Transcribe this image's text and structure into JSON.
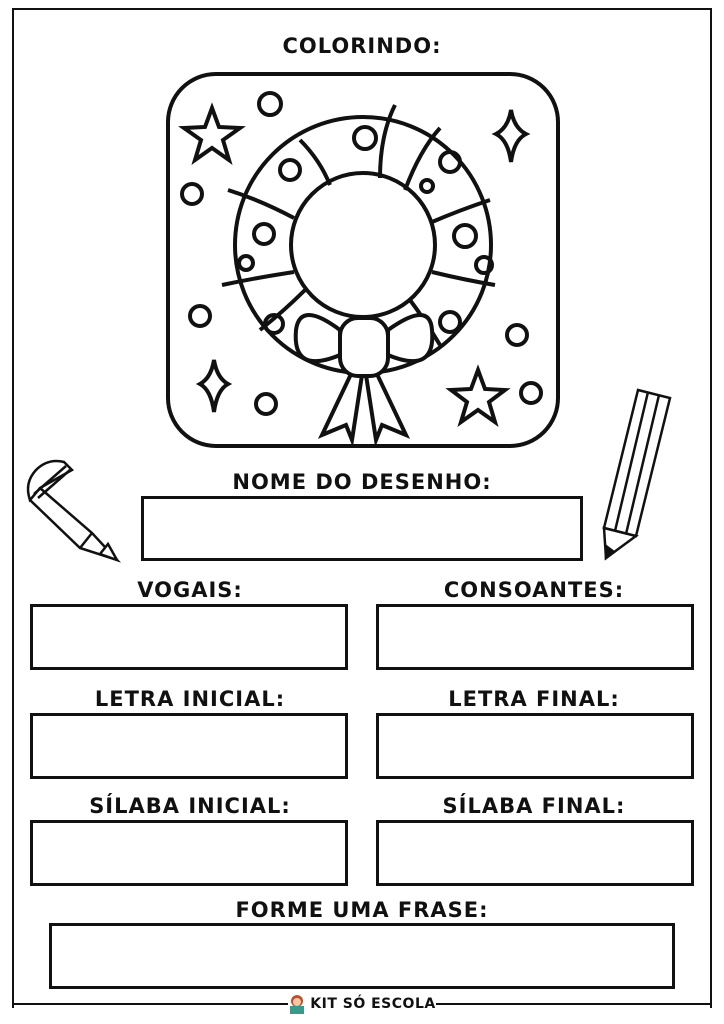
{
  "worksheet": {
    "title": "COLORINDO:",
    "drawing_name_label": "NOME DO DESENHO:",
    "vowels_label": "VOGAIS:",
    "consonants_label": "CONSOANTES:",
    "first_letter_label": "LETRA INICIAL:",
    "last_letter_label": "LETRA FINAL:",
    "first_syllable_label": "SÍLABA INICIAL:",
    "last_syllable_label": "SÍLABA FINAL:",
    "sentence_label": "FORME UMA FRASE:"
  },
  "illustration": {
    "icon": "christmas-wreath-icon"
  },
  "decorations": {
    "left": "crayon-icon",
    "right": "pencil-icon"
  },
  "footer": {
    "brand": "KIT SÓ ESCOLA",
    "icon": "girl-reading-icon"
  }
}
